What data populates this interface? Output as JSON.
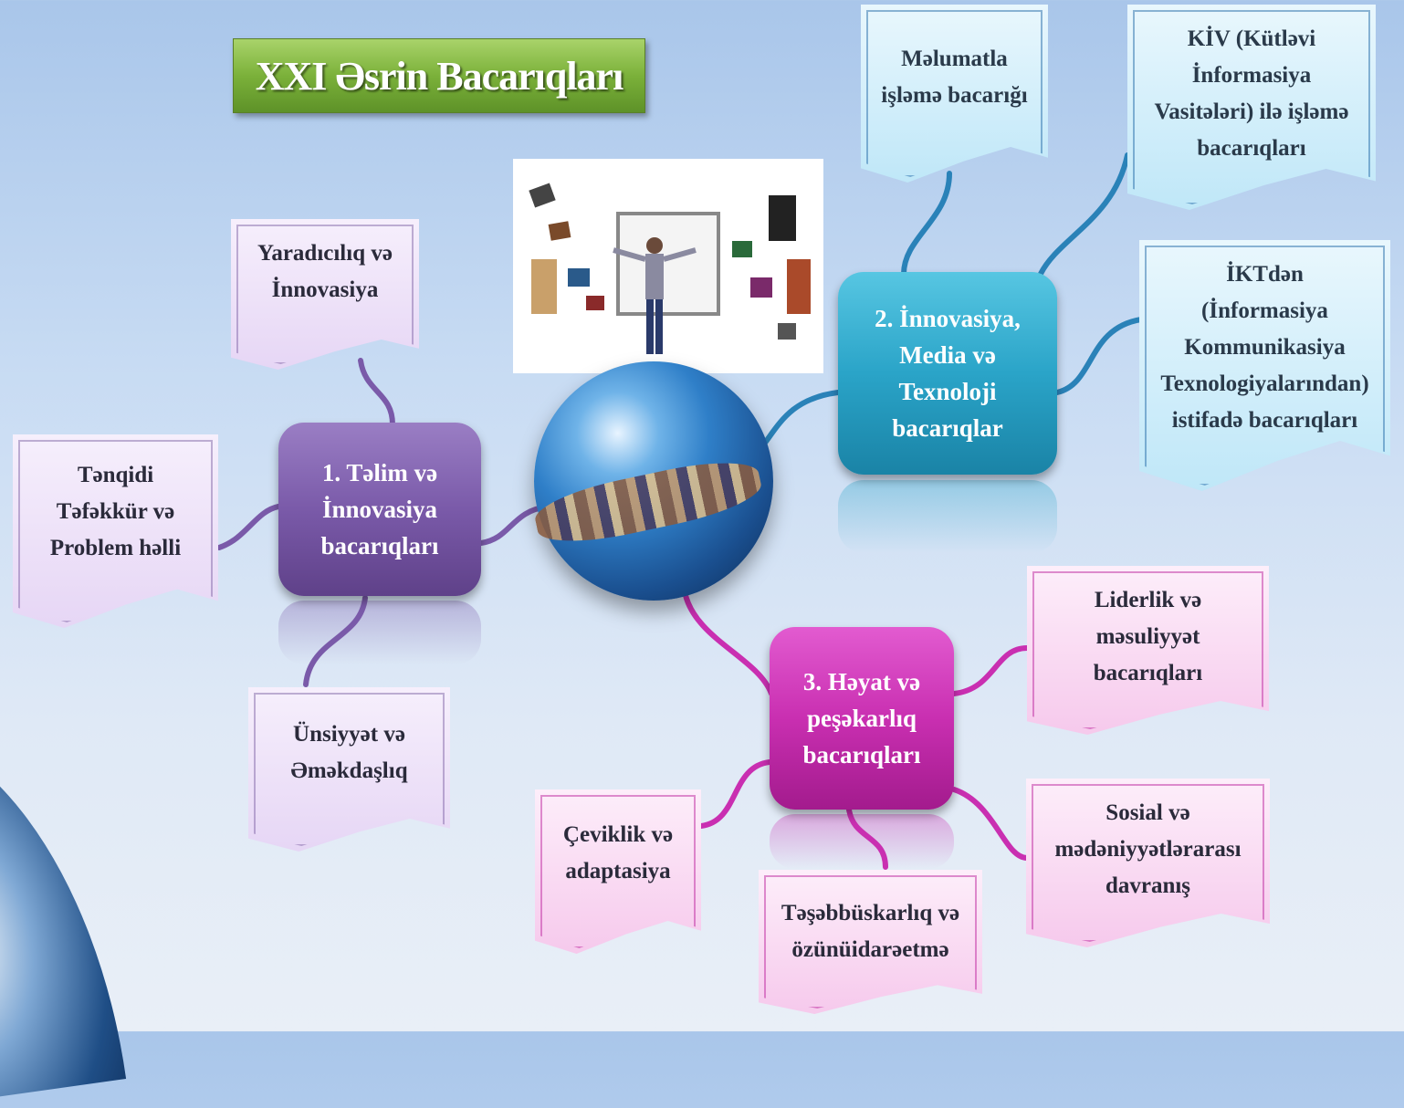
{
  "title": "XXI Əsrin Bacarıqları",
  "hubs": {
    "learning": "1. Təlim və\nİnnovasiya\nbacarıqları",
    "media": "2. İnnovasiya,\nMedia və\nTexnoloji\nbacarıqlar",
    "life": "3. Həyat və\npeşəkarlıq\nbacarıqları"
  },
  "learning_skills": {
    "creativity": "Yaradıcılıq və\nİnnovasiya",
    "critical": "Tənqidi\nTəfəkkür və\nProblem həlli",
    "communication": "Ünsiyyət və\nƏməkdaşlıq"
  },
  "media_skills": {
    "information": "Məlumatla\nişləmə bacarığı",
    "mass_media": "KİV (Kütləvi\nİnformasiya\nVasitələri) ilə işləmə\nbacarıqları",
    "ict": "İKTdən\n(İnformasiya\nKommunikasiya\nTexnologiyalarından)\nistifadə bacarıqları"
  },
  "life_skills": {
    "leadership": "Liderlik və\nməsuliyyət\nbacarıqları",
    "social": "Sosial və\nmədəniyyətlərarası\ndavranış",
    "initiative": "Təşəbbüskarlıq və\nözünüidarəetmə",
    "flexibility": "Çeviklik və\nadaptasiya"
  },
  "colors": {
    "learning": "#7a5aa9",
    "media": "#2aa4c8",
    "life": "#c92fb1",
    "title_green": "#7bb13a"
  }
}
